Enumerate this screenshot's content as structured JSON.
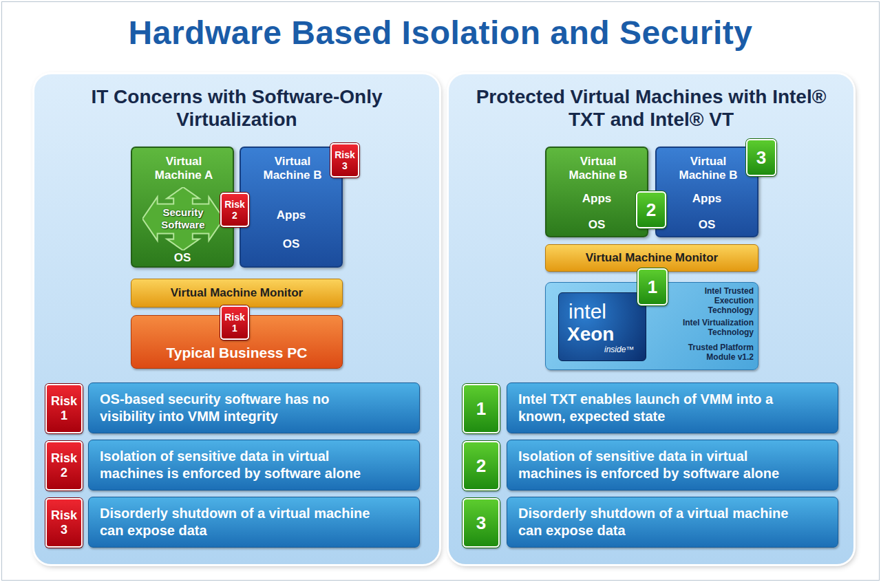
{
  "diagram": {
    "title": "Hardware Based Isolation and Security",
    "nodes": [
      {
        "text": [
          "IT Concerns with Software-Only Virtualization"
        ]
      },
      {
        "text": [
          "Virtual Machine A",
          "OS"
        ],
        "in": 0
      },
      {
        "text": [
          "Security Software"
        ],
        "in": 1
      },
      {
        "text": [
          "Virtual Machine B",
          "Apps",
          "OS"
        ],
        "in": 0
      },
      {
        "text": [
          "Risk 3"
        ],
        "in": 0
      },
      {
        "text": [
          "Risk 2"
        ],
        "in": 0
      },
      {
        "text": [
          "Virtual Machine Monitor"
        ],
        "in": 0
      },
      {
        "text": [
          "Typical Business PC"
        ],
        "in": 0
      },
      {
        "text": [
          "Risk 1"
        ],
        "in": 0
      },
      {
        "text": [
          "Risk 1"
        ],
        "in": 0
      },
      {
        "text": [
          "OS-based security software has no visibility into VMM integrity"
        ],
        "in": 0
      },
      {
        "text": [
          "Risk 2"
        ],
        "in": 0
      },
      {
        "text": [
          "Isolation of sensitive data in virtual machines is enforced by software alone"
        ],
        "in": 0
      },
      {
        "text": [
          "Risk 3"
        ],
        "in": 0
      },
      {
        "text": [
          "Disorderly shutdown of a virtual machine can expose data"
        ],
        "in": 0
      },
      {
        "text": [
          "Protected Virtual Machines with Intel® TXT and Intel® VT"
        ]
      },
      {
        "text": [
          "Virtual Machine B",
          "Apps",
          "OS"
        ],
        "in": 15
      },
      {
        "text": [
          "Virtual Machine B",
          "Apps",
          "OS"
        ],
        "in": 15
      },
      {
        "text": [
          "3"
        ],
        "in": 15
      },
      {
        "text": [
          "2"
        ],
        "in": 15
      },
      {
        "text": [
          "Virtual Machine Monitor"
        ],
        "in": 15
      },
      {
        "text": [
          "Intel Trusted Execution Technology",
          "Intel Virtualization Technology",
          "Trusted Platform Module v1.2"
        ],
        "in": 15
      },
      {
        "text": [
          "intel",
          "Xeon",
          "inside™"
        ],
        "in": 21
      },
      {
        "text": [
          "1"
        ],
        "in": 15
      },
      {
        "text": [
          "1"
        ],
        "in": 15
      },
      {
        "text": [
          "Intel TXT enables launch of VMM into a known, expected state"
        ],
        "in": 15
      },
      {
        "text": [
          "2"
        ],
        "in": 15
      },
      {
        "text": [
          "Isolation of sensitive data in virtual machines is enforced by software alone"
        ],
        "in": 15
      },
      {
        "text": [
          "3"
        ],
        "in": 15
      },
      {
        "text": [
          "Disorderly shutdown of a virtual machine can expose data"
        ],
        "in": 15
      }
    ]
  }
}
